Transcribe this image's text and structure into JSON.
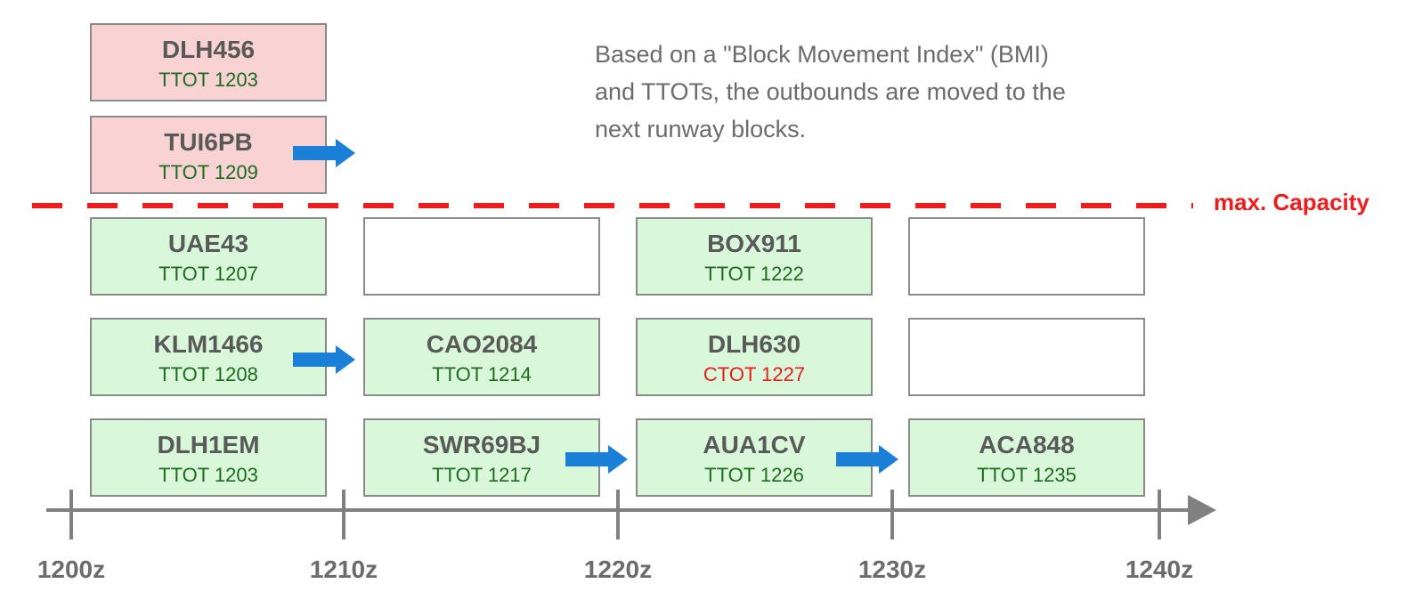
{
  "description": {
    "lines": [
      "Based on a \"Block Movement Index\" (BMI)",
      "and TTOTs, the outbounds are moved to the",
      "next runway blocks."
    ]
  },
  "capacity_label": "max. Capacity",
  "axis": {
    "ticks": [
      "1200z",
      "1210z",
      "1220z",
      "1230z",
      "1240z"
    ]
  },
  "blocks": {
    "over_1": {
      "callsign": "DLH456",
      "time": "TTOT 1203"
    },
    "over_2": {
      "callsign": "TUI6PB",
      "time": "TTOT 1209"
    },
    "c1_r1": {
      "callsign": "UAE43",
      "time": "TTOT 1207"
    },
    "c1_r2": {
      "callsign": "KLM1466",
      "time": "TTOT 1208"
    },
    "c1_r3": {
      "callsign": "DLH1EM",
      "time": "TTOT 1203"
    },
    "c2_r2": {
      "callsign": "CAO2084",
      "time": "TTOT 1214"
    },
    "c2_r3": {
      "callsign": "SWR69BJ",
      "time": "TTOT 1217"
    },
    "c3_r1": {
      "callsign": "BOX911",
      "time": "TTOT 1222"
    },
    "c3_r2": {
      "callsign": "DLH630",
      "time": "CTOT 1227"
    },
    "c3_r3": {
      "callsign": "AUA1CV",
      "time": "TTOT 1226"
    },
    "c4_r3": {
      "callsign": "ACA848",
      "time": "TTOT 1235"
    }
  },
  "colors": {
    "over_capacity_fill": "#f9d3d3",
    "within_capacity_fill": "#d9f7d9",
    "capacity_line": "#ee1c1c",
    "arrow": "#1a7fd6",
    "axis": "#808080",
    "ttot_text": "#1e6b1e",
    "ctot_text": "#e81c1c"
  }
}
